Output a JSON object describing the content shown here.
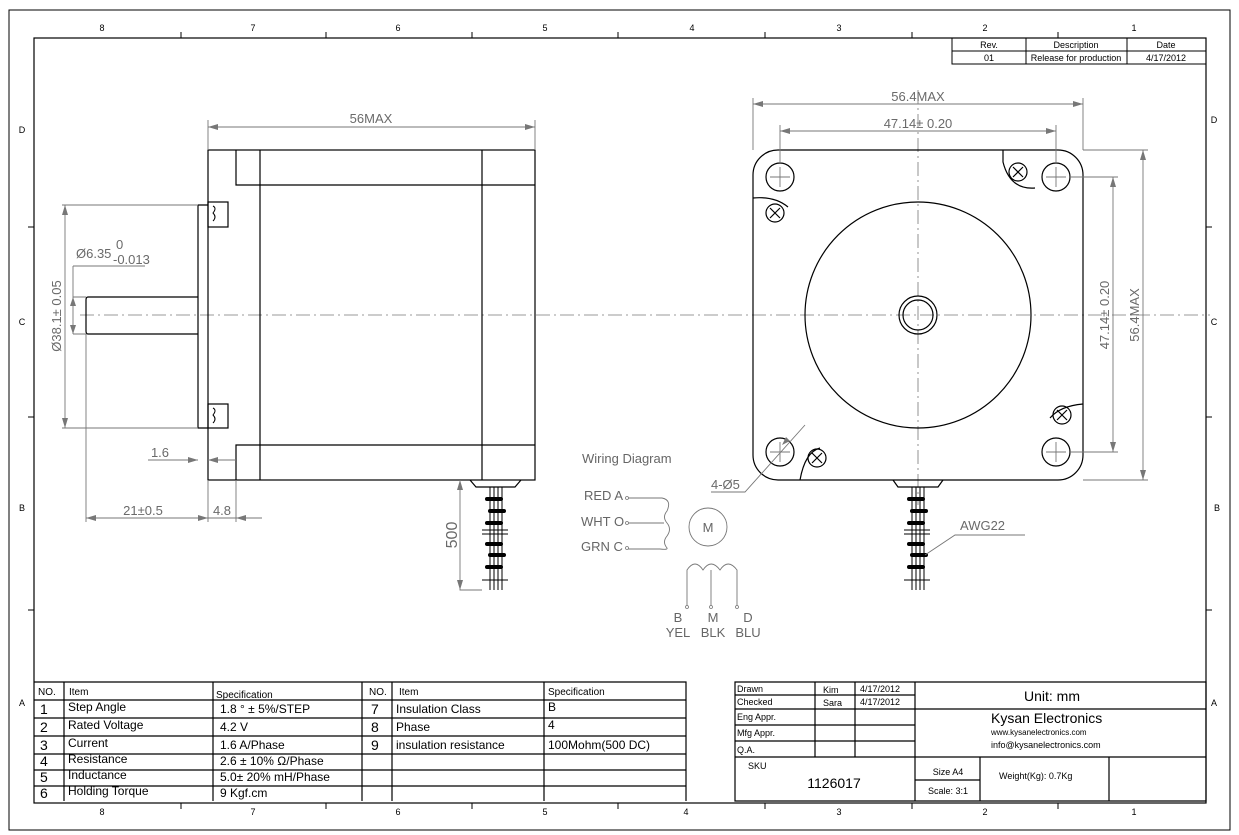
{
  "zones": {
    "cols": [
      "8",
      "7",
      "6",
      "5",
      "4",
      "3",
      "2",
      "1"
    ],
    "rows": [
      "D",
      "C",
      "B",
      "A"
    ]
  },
  "revision": {
    "headers": [
      "Rev.",
      "Description",
      "Date"
    ],
    "row": [
      "01",
      "Release for production",
      "4/17/2012"
    ]
  },
  "side_view": {
    "length": "56MAX",
    "pilot_dia": "Ø38.1± 0.05",
    "shaft_dia": "Ø6.35",
    "shaft_tol_upper": "0",
    "shaft_tol_lower": "-0.013",
    "flange_thk": "1.6",
    "shaft_len": "21±0.5",
    "boss_len": "4.8",
    "lead_len": "500"
  },
  "front_view": {
    "width": "56.4MAX",
    "hole_spacing": "47.14± 0.20",
    "v_hole_spacing": "47.14± 0.20",
    "height": "56.4MAX",
    "holes": "4-Ø5",
    "wire_gauge": "AWG22"
  },
  "wiring": {
    "title": "Wiring Diagram",
    "left": [
      "RED A",
      "WHT O",
      "GRN C"
    ],
    "motor": "M",
    "bottom_pins": [
      "B",
      "M",
      "D"
    ],
    "bottom_colors": [
      "YEL",
      "BLK",
      "BLU"
    ]
  },
  "specs": {
    "headers": [
      "NO.",
      "Item",
      "Specification"
    ],
    "left": [
      [
        "1",
        "Step Angle",
        "1.8 ° ± 5%/STEP"
      ],
      [
        "2",
        "Rated Voltage",
        "4.2 V"
      ],
      [
        "3",
        "Current",
        "1.6 A/Phase"
      ],
      [
        "4",
        "Resistance",
        "2.6 ± 10% Ω/Phase"
      ],
      [
        "5",
        "Inductance",
        "5.0± 20%  mH/Phase"
      ],
      [
        "6",
        "Holding Torque",
        "9 Kgf.cm"
      ]
    ],
    "right": [
      [
        "7",
        "Insulation Class",
        "B"
      ],
      [
        "8",
        "Phase",
        "4"
      ],
      [
        "9",
        "insulation resistance",
        "100Mohm(500 DC)"
      ]
    ]
  },
  "title_block": {
    "rows": [
      [
        "Drawn",
        "Kim",
        "4/17/2012"
      ],
      [
        "Checked",
        "Sara",
        "4/17/2012"
      ],
      [
        "Eng Appr.",
        "",
        ""
      ],
      [
        "Mfg Appr.",
        "",
        ""
      ],
      [
        "Q.A.",
        "",
        ""
      ]
    ],
    "unit": "Unit: mm",
    "company": "Kysan Electronics",
    "website": "www.kysanelectronics.com",
    "email": "info@kysanelectronics.com",
    "sku_label": "SKU",
    "sku": "1126017",
    "size": "Size A4",
    "scale": "Scale: 3:1",
    "weight": "Weight(Kg): 0.7Kg"
  }
}
